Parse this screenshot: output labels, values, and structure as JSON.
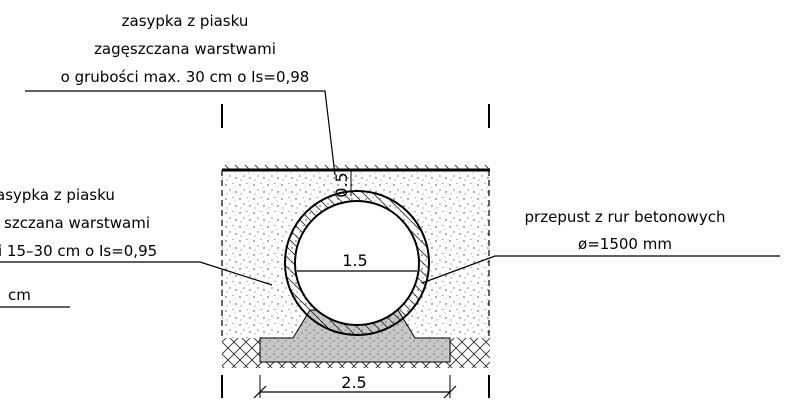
{
  "labels": {
    "top_backfill": [
      "zasypka z piasku",
      "zagęszczana warstwami",
      "o grubości max. 30 cm o Is=0,98"
    ],
    "side_backfill": [
      "asypka z piasku",
      "szczana warstwami",
      "i 15–30 cm o Is=0,95",
      "cm"
    ],
    "culvert": [
      "przepust z rur betonowych",
      "ø=1500 mm"
    ]
  },
  "dimensions": {
    "cover": "0.5",
    "pipe_diameter": "1.5",
    "base_width": "2.5"
  }
}
